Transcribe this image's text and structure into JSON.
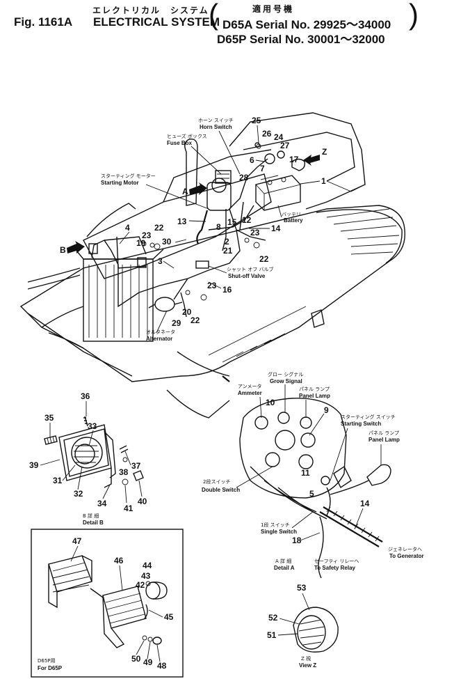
{
  "header": {
    "fig": "Fig. 1161A",
    "system_jp": "エレクトリカル　システム",
    "system_en": "ELECTRICAL SYSTEM",
    "applicable_jp": "適用号機",
    "serial_a": "D65A  Serial No. 29925～34000",
    "serial_p": "D65P  Serial No. 30001～32000"
  },
  "labels": {
    "horn_jp": "ホーン スイッチ",
    "horn_en": "Horn Switch",
    "fuse_jp": "ヒューズ ボックス",
    "fuse_en": "Fuse Box",
    "starting_motor_jp": "スターティング モーター",
    "starting_motor_en": "Starting Motor",
    "battery_jp": "バッテリ",
    "battery_en": "Battery",
    "shutoff_jp": "シャット オフ バルブ",
    "shutoff_en": "Shut-off Valve",
    "alternator_jp": "オルタネータ",
    "alternator_en": "Alternator",
    "ammeter_jp": "アンメータ",
    "ammeter_en": "Ammeter",
    "glow_jp": "グロー シグナル",
    "glow_en": "Grow Signal",
    "panel_lamp1_jp": "パネル ランプ",
    "panel_lamp1_en": "Panel Lamp",
    "starting_switch_jp": "スターティング スイッチ",
    "starting_switch_en": "Starting Switch",
    "panel_lamp2_jp": "パネル ランプ",
    "panel_lamp2_en": "Panel Lamp",
    "double_switch_jp": "2段スイッチ",
    "double_switch_en": "Double Switch",
    "single_switch_jp": "1段 スイッチ",
    "single_switch_en": "Single Switch",
    "generator_jp": "ジェネレータへ",
    "generator_en": "To Generator",
    "detail_a_jp": "A 詳 細",
    "detail_a_en": "Detail A",
    "safety_jp": "セーフティ リレーへ",
    "safety_en": "To Safety Relay",
    "detail_b_jp": "B 詳 細",
    "detail_b_en": "Detail B",
    "d65p_jp": "D65P用",
    "d65p_en": "For D65P",
    "view_z_jp": "Z 視",
    "view_z_en": "View Z"
  },
  "arrows": {
    "a": "A",
    "b": "B",
    "z": "Z"
  },
  "part_numbers": [
    "1",
    "2",
    "3",
    "4",
    "5",
    "6",
    "7",
    "8",
    "9",
    "10",
    "11",
    "12",
    "13",
    "14",
    "15",
    "16",
    "17",
    "18",
    "19",
    "20",
    "21",
    "22",
    "23",
    "24",
    "25",
    "26",
    "27",
    "28",
    "29",
    "30",
    "31",
    "32",
    "33",
    "34",
    "35",
    "36",
    "37",
    "38",
    "39",
    "40",
    "41",
    "42",
    "43",
    "44",
    "45",
    "46",
    "47",
    "48",
    "49",
    "50",
    "51",
    "52",
    "53"
  ]
}
